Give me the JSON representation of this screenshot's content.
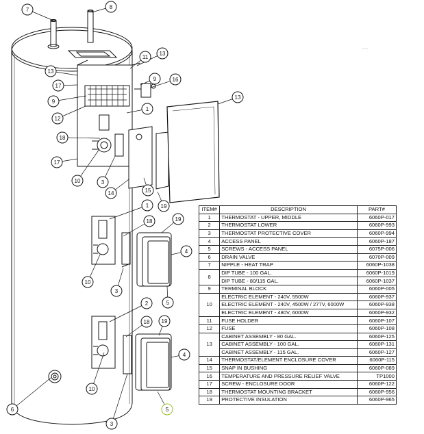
{
  "callouts": [
    {
      "label": "7"
    },
    {
      "label": "8"
    },
    {
      "label": "11"
    },
    {
      "label": "13"
    },
    {
      "label": "13"
    },
    {
      "label": "17"
    },
    {
      "label": "9"
    },
    {
      "label": "16"
    },
    {
      "label": "9"
    },
    {
      "label": "13"
    },
    {
      "label": "1"
    },
    {
      "label": "12"
    },
    {
      "label": "18"
    },
    {
      "label": "17"
    },
    {
      "label": "10"
    },
    {
      "label": "3"
    },
    {
      "label": "14"
    },
    {
      "label": "15"
    },
    {
      "label": "19"
    },
    {
      "label": "1"
    },
    {
      "label": "18"
    },
    {
      "label": "19"
    },
    {
      "label": "4"
    },
    {
      "label": "10"
    },
    {
      "label": "3"
    },
    {
      "label": "5"
    },
    {
      "label": "2"
    },
    {
      "label": "18"
    },
    {
      "label": "19"
    },
    {
      "label": "4"
    },
    {
      "label": "10"
    },
    {
      "label": "6"
    },
    {
      "label": "3"
    },
    {
      "label": "5"
    }
  ],
  "colors": {
    "line": "#111111",
    "highlight_callout": "#9bbf2a"
  },
  "table": {
    "headers": {
      "item": "ITEM#",
      "description": "DESCRIPTION",
      "part": "PART#"
    },
    "rows": [
      {
        "item": "1",
        "desc": "THERMOSTAT - UPPER, MIDDLE",
        "part": "6060P-017"
      },
      {
        "item": "2",
        "desc": "THERMOSTAT LOWER",
        "part": "6060P-993"
      },
      {
        "item": "3",
        "desc": "THERMOSTAT PROTECTIVE COVER",
        "part": "6060P-994"
      },
      {
        "item": "4",
        "desc": "ACCESS PANEL",
        "part": "6060P-187"
      },
      {
        "item": "5",
        "desc": "SCREWS - ACCESS PANEL",
        "part": "6075P-006"
      },
      {
        "item": "6",
        "desc": "DRAIN VALVE",
        "part": "6070P-009"
      },
      {
        "item": "7",
        "desc": "NIPPLE - HEAT TRAP",
        "part": "6060P-1038"
      },
      {
        "item": "8",
        "desc": "DIP TUBE - 100 GAL.",
        "part": "6060P-1019"
      },
      {
        "item": "",
        "desc": "DIP TUBE - 80/115 GAL.",
        "part": "6060P-1037"
      },
      {
        "item": "9",
        "desc": "TERMINAL BLOCK",
        "part": "6060P-005"
      },
      {
        "item": "10",
        "desc": "ELECTRIC ELEMENT - 240V, 5500W",
        "part": "6060P-937"
      },
      {
        "item": "",
        "desc": "ELECTRIC ELEMENT - 240V, 4500W / 277V, 6000W",
        "part": "6060P-938"
      },
      {
        "item": "",
        "desc": "ELECTRIC ELEMENT - 480V, 6000W",
        "part": "6060P-932"
      },
      {
        "item": "11",
        "desc": "FUSE HOLDER",
        "part": "6060P-107"
      },
      {
        "item": "12",
        "desc": "FUSE",
        "part": "6060P-108"
      },
      {
        "item": "13",
        "desc": "CABINET ASSEMBLY - 80 GAL.",
        "part": "6060P-125"
      },
      {
        "item": "",
        "desc": "CABINET ASSEMBLY - 100 GAL.",
        "part": "6060P-131"
      },
      {
        "item": "",
        "desc": "CABINET ASSEMBLY - 115 GAL.",
        "part": "6060P-127"
      },
      {
        "item": "14",
        "desc": "THERMOSTAT/ELEMENT ENCLOSURE COVER",
        "part": "6060P-115"
      },
      {
        "item": "15",
        "desc": "SNAP IN BUSHING",
        "part": "6060P-089"
      },
      {
        "item": "16",
        "desc": "TEMPERATURE AND PRESSURE RELIEF VALVE",
        "part": "TP1000"
      },
      {
        "item": "17",
        "desc": "SCREW - ENCLOSURE DOOR",
        "part": "6060P-122"
      },
      {
        "item": "18",
        "desc": "THERMOSTAT MOUNTING BRACKET",
        "part": "6060P-956"
      },
      {
        "item": "19",
        "desc": "PROTECTIVE INSULATION",
        "part": "6060P-965"
      }
    ]
  }
}
